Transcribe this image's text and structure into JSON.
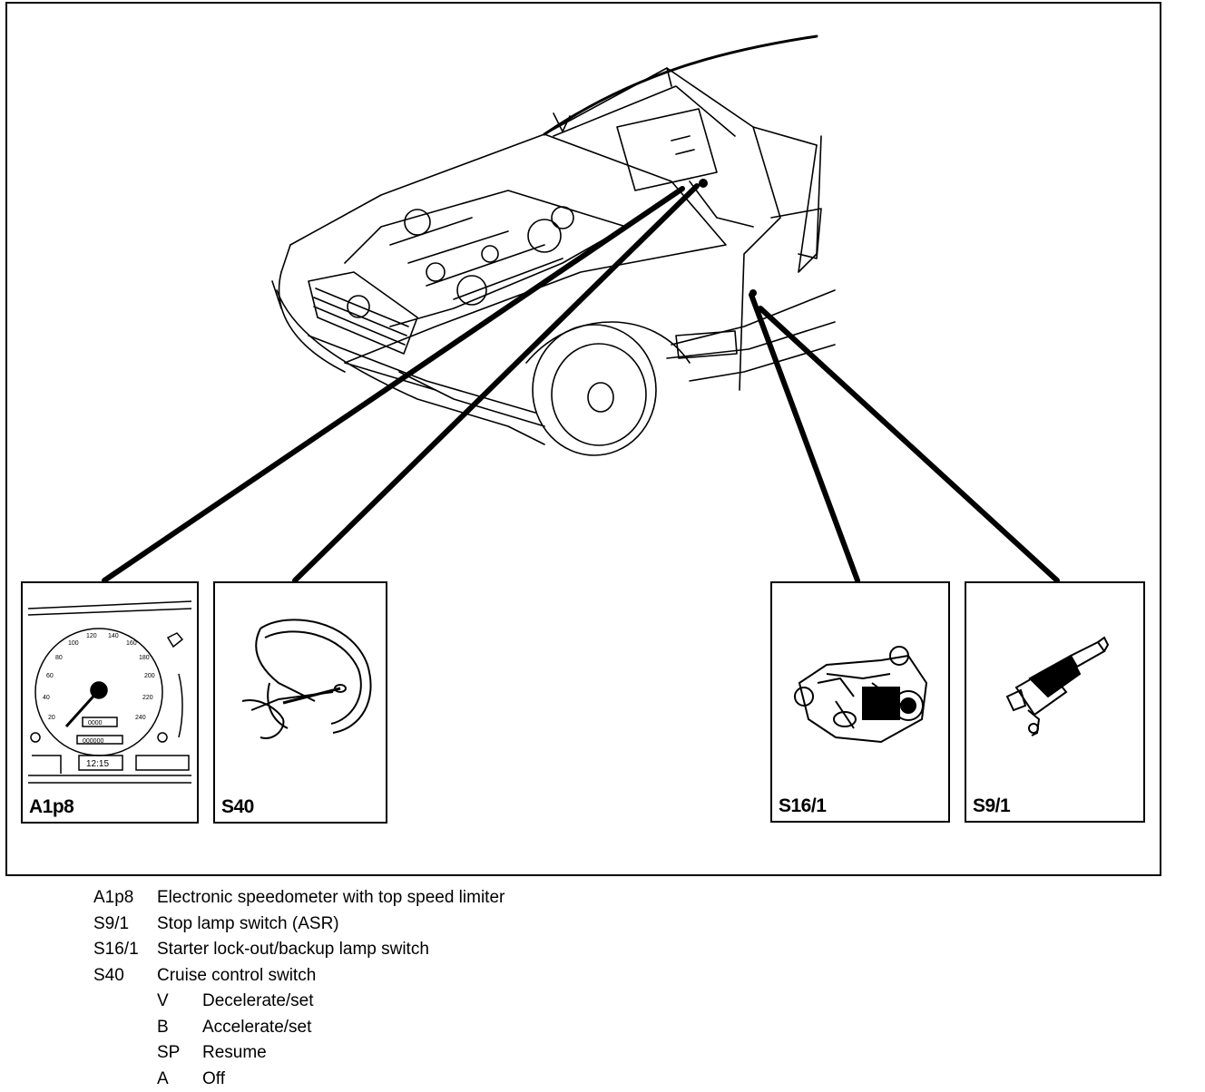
{
  "callouts": [
    {
      "id": "A1p8",
      "label": "A1p8"
    },
    {
      "id": "S40",
      "label": "S40"
    },
    {
      "id": "S16_1",
      "label": "S16/1"
    },
    {
      "id": "S9_1",
      "label": "S9/1"
    }
  ],
  "speedo": {
    "ticks": [
      "20",
      "40",
      "60",
      "80",
      "100",
      "120",
      "140",
      "160",
      "180",
      "200",
      "220",
      "240"
    ],
    "odometer": "0000",
    "trip": "000000",
    "clock": "12:15"
  },
  "legend": {
    "items": [
      {
        "code": "A1p8",
        "text": "Electronic speedometer with top speed limiter"
      },
      {
        "code": "S9/1",
        "text": "Stop lamp switch (ASR)"
      },
      {
        "code": "S16/1",
        "text": "Starter lock-out/backup lamp switch"
      },
      {
        "code": "S40",
        "text": "Cruise control switch"
      }
    ],
    "sub_items": [
      {
        "code": "V",
        "text": "Decelerate/set"
      },
      {
        "code": "B",
        "text": "Accelerate/set"
      },
      {
        "code": "SP",
        "text": "Resume"
      },
      {
        "code": "A",
        "text": "Off"
      }
    ]
  }
}
